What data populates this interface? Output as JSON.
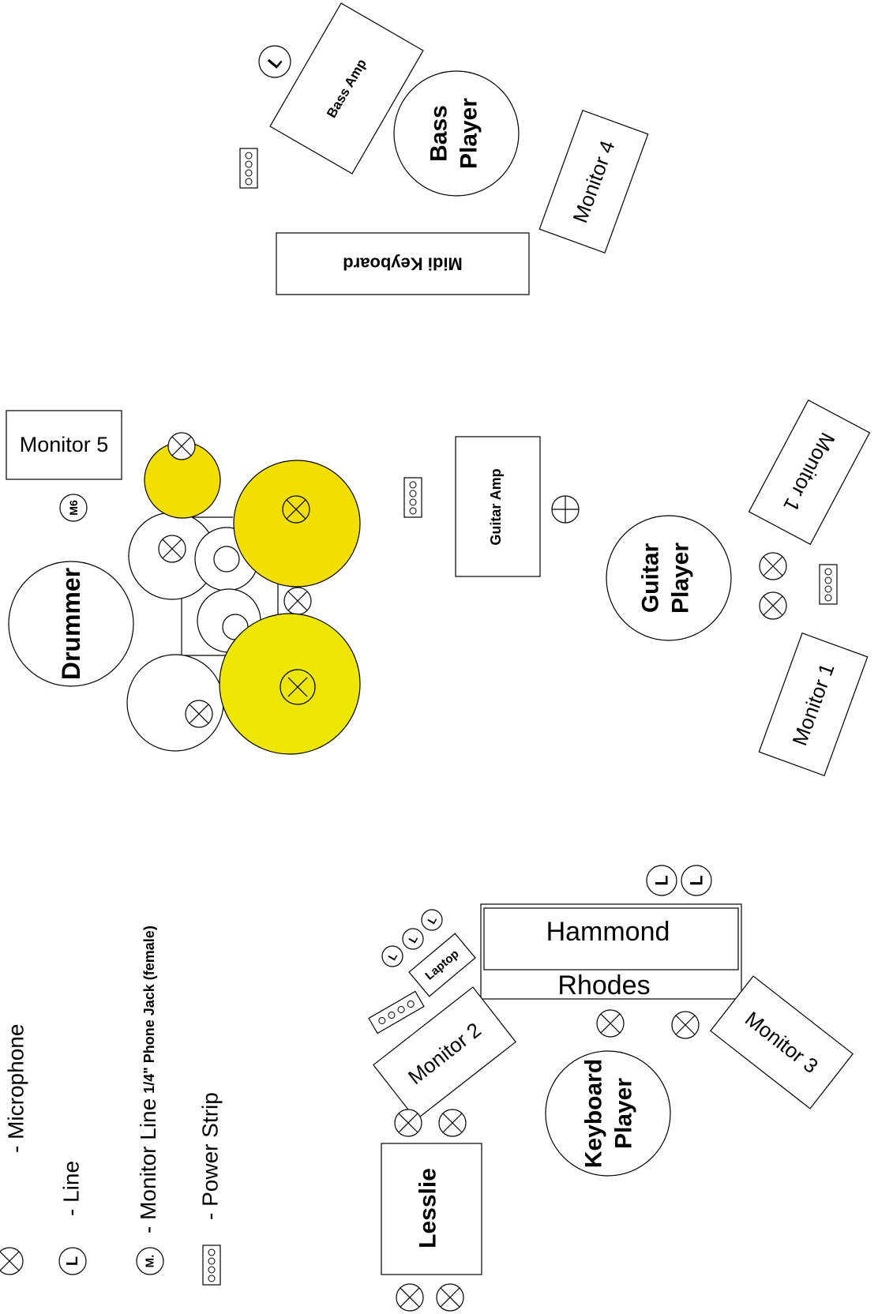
{
  "colors": {
    "cymbal_a": "#F2DF00",
    "cymbal_b": "#EDE600",
    "stroke": "#000000",
    "background": "#FFFFFF"
  },
  "legend": {
    "microphone": "- Microphone",
    "line": "- Line",
    "monitor_line_main": "- Monitor Line",
    "monitor_line_detail": "1/4\" Phone Jack (female)",
    "power_strip": "- Power Strip",
    "icon_line": "L",
    "icon_monitor": "M."
  },
  "stage": {
    "bass_amp": "Bass Amp",
    "bass_player_l1": "Bass",
    "bass_player_l2": "Player",
    "monitor_4": "Monitor 4",
    "midi_keyboard": "Midi Keyboard",
    "monitor_5": "Monitor 5",
    "m6": "M6",
    "drummer": "Drummer",
    "guitar_amp": "Guitar Amp",
    "guitar_player_l1": "Guitar",
    "guitar_player_l2": "Player",
    "monitor_1_top": "Monitor 1",
    "monitor_1_bottom": "Monitor 1",
    "hammond": "Hammond",
    "rhodes": "Rhodes",
    "laptop": "Laptop",
    "monitor_2": "Monitor 2",
    "monitor_3": "Monitor 3",
    "keyboard_player_l1": "Keyboard",
    "keyboard_player_l2": "Player",
    "lesslie": "Lesslie",
    "line_glyph": "L"
  }
}
